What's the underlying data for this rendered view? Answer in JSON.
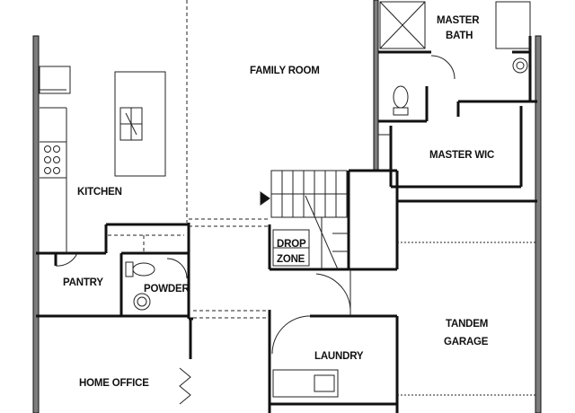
{
  "rooms": {
    "family_room": "FAMILY ROOM",
    "kitchen": "KITCHEN",
    "pantry": "PANTRY",
    "powder": "POWDER",
    "home_office": "HOME OFFICE",
    "drop_zone_line1": "DROP",
    "drop_zone_line2": "ZONE",
    "laundry": "LAUNDRY",
    "tandem_garage_line1": "TANDEM",
    "tandem_garage_line2": "GARAGE",
    "master_bath_line1": "MASTER",
    "master_bath_line2": "BATH",
    "master_wic": "MASTER WIC"
  },
  "colors": {
    "wall": "#111111",
    "exterior_wall_fill": "#7d7d7d",
    "line": "#222222",
    "background": "#ffffff"
  }
}
